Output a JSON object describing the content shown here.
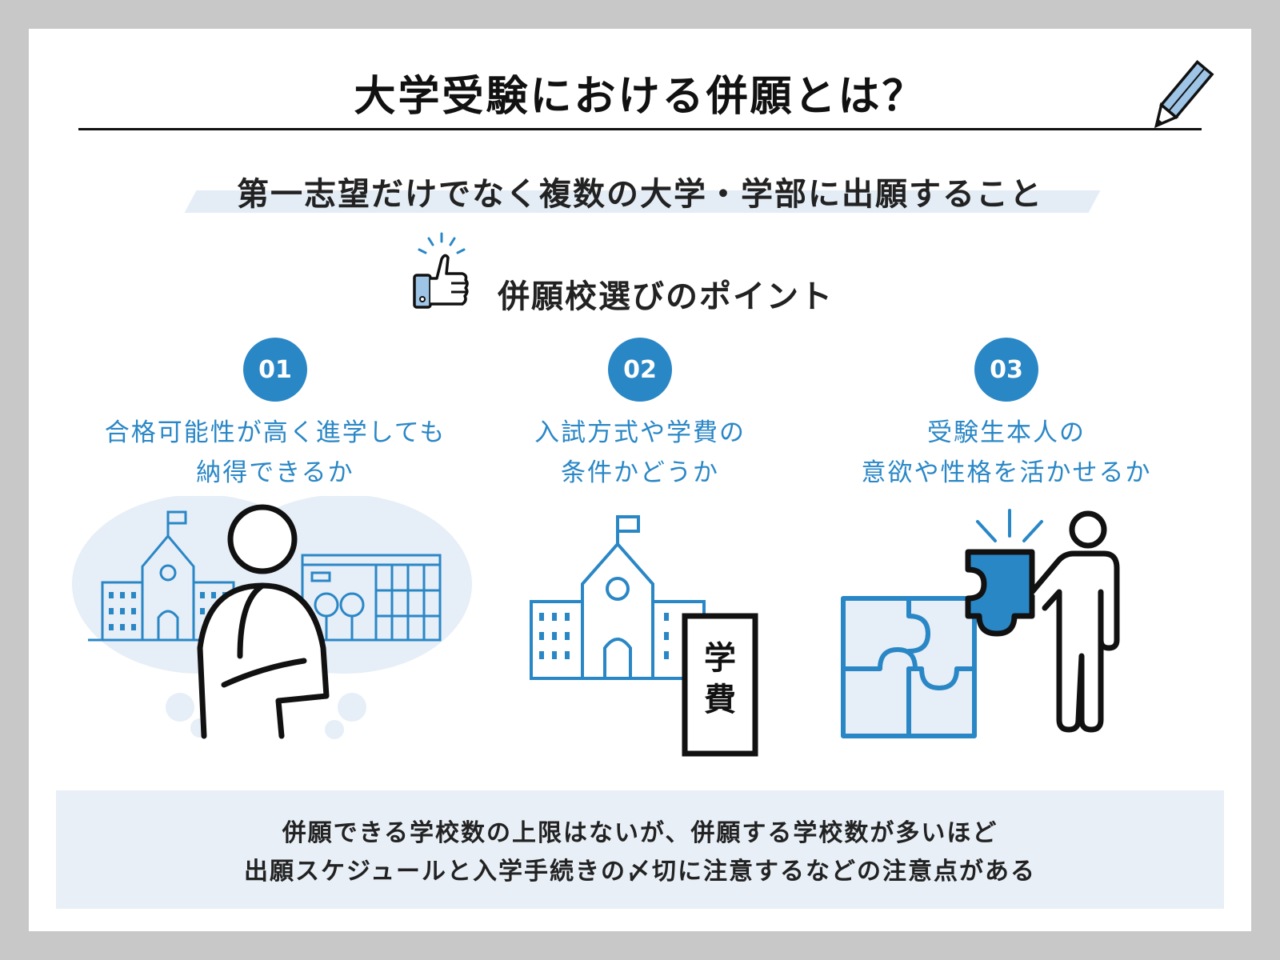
{
  "title": "大学受験における併願とは？",
  "subtitle": "第一志望だけでなく複数の大学・学部に出願すること",
  "points_heading": "併願校選びのポイント",
  "points": [
    {
      "num": "01",
      "lines": [
        "合格可能性が高く進学しても",
        "納得できるか"
      ]
    },
    {
      "num": "02",
      "lines": [
        "入試方式や学費の",
        "条件かどうか"
      ]
    },
    {
      "num": "03",
      "lines": [
        "受験生本人の",
        "意欲や性格を活かせるか"
      ]
    }
  ],
  "tuition_sign": [
    "学",
    "費"
  ],
  "footer": {
    "lines": [
      "併願できる学校数の上限はないが、併願する学校数が多いほど",
      "出願スケジュールと入学手続きの〆切に注意するなどの注意点がある"
    ]
  },
  "icons": [
    "pencil-icon",
    "thumbs-up-icon",
    "school-icon",
    "person-thinking-icon",
    "puzzle-icon",
    "person-icon"
  ],
  "colors": {
    "accent": "#2a87c6",
    "band": "#e4edf6",
    "ink": "#111111",
    "light_blue": "#e6eef7"
  }
}
